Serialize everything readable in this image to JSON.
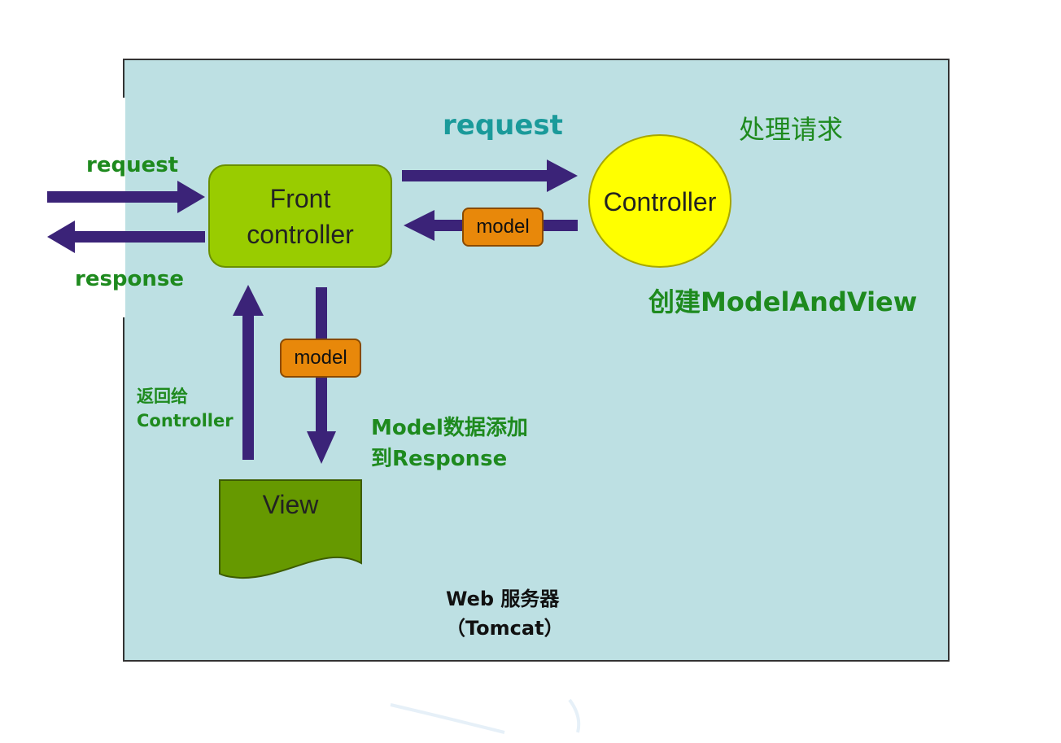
{
  "colors": {
    "server_fill": "#bde0e3",
    "arrow": "#3b2378",
    "front_controller_fill": "#99cc00",
    "controller_fill": "#ffff00",
    "view_fill": "#669900",
    "model_badge_fill": "#e8880a",
    "label_green": "#1e8a1e",
    "label_teal": "#1a9a9a"
  },
  "labels": {
    "outer_request": "request",
    "outer_response": "response",
    "inner_request": "request",
    "process_request": "处理请求",
    "create_model_and_view": "创建ModelAndView",
    "return_to_controller_line1": "返回给",
    "return_to_controller_line2": "Controller",
    "model_to_response_line1": "Model数据添加",
    "model_to_response_line2": "到Response",
    "web_server_line1": "Web 服务器",
    "web_server_line2": "（Tomcat）"
  },
  "nodes": {
    "front_controller_line1": "Front",
    "front_controller_line2": "controller",
    "controller": "Controller",
    "view": "View",
    "model_badge_top": "model",
    "model_badge_middle": "model"
  },
  "icons": {
    "arrow_shape": "thick-arrow",
    "view_shape": "document-wavy-bottom"
  }
}
